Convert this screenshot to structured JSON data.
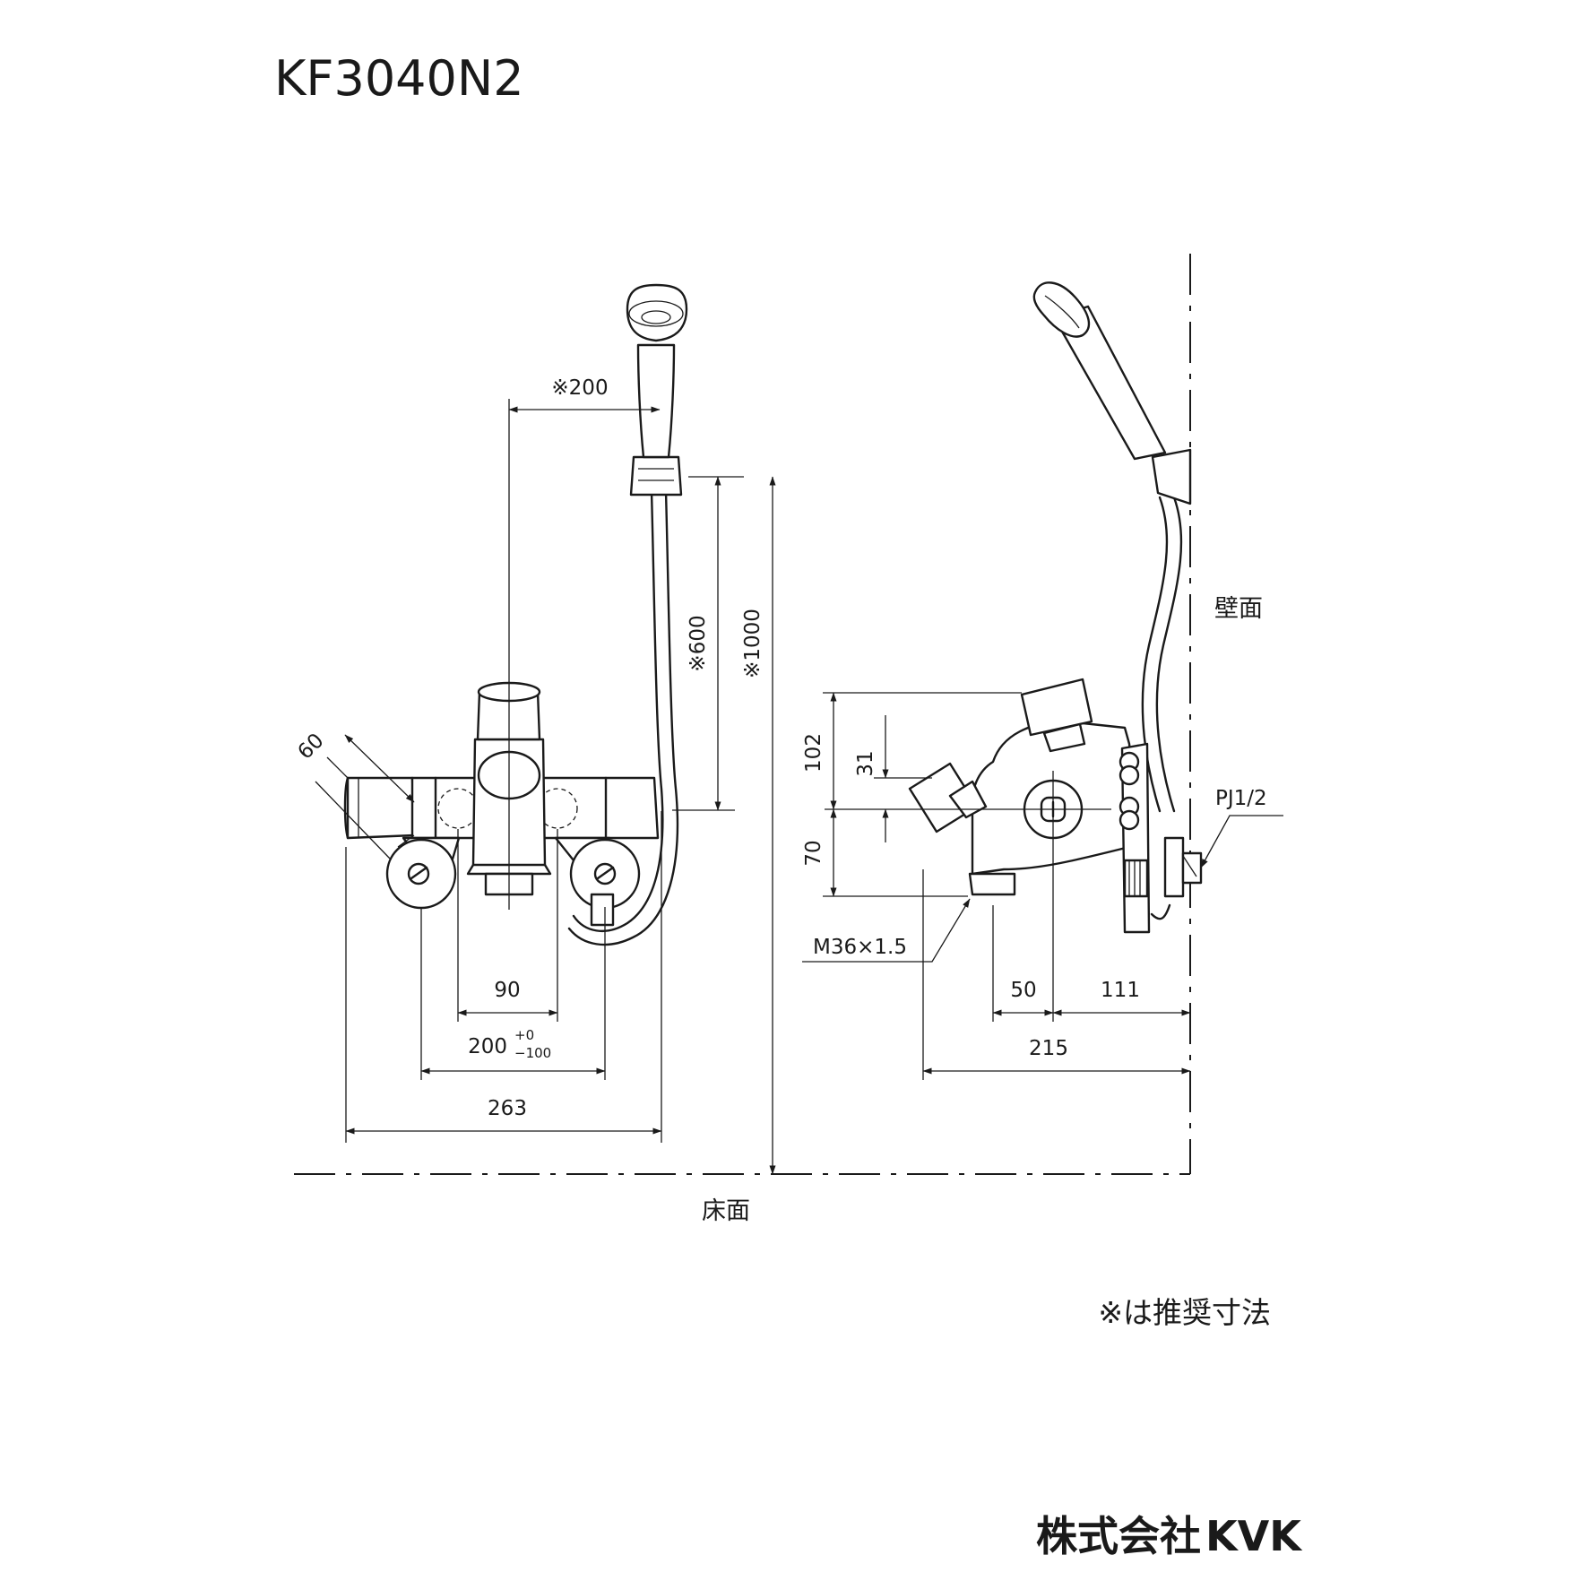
{
  "title": "KF3040N2",
  "front_view": {
    "dims": {
      "shower_offset": "※200",
      "hook_height": "※600",
      "hook_floor_height": "※1000",
      "handle_angle": "60",
      "inlet_pitch": "90",
      "mount_pitch": "200",
      "mount_pitch_tol_upper": "+0",
      "mount_pitch_tol_lower": "−100",
      "overall_width": "263"
    }
  },
  "side_view": {
    "dims": {
      "upper_height": "102",
      "spout_offset": "31",
      "lower_height": "70",
      "spout_thread": "M36×1.5",
      "spout_to_center": "50",
      "center_to_wall": "111",
      "overall_depth": "215",
      "pipe_thread": "PJ1/2"
    }
  },
  "labels": {
    "wall": "壁面",
    "floor": "床面",
    "note": "※は推奨寸法"
  },
  "company": {
    "prefix": "株式会社",
    "brand": "KVK"
  }
}
